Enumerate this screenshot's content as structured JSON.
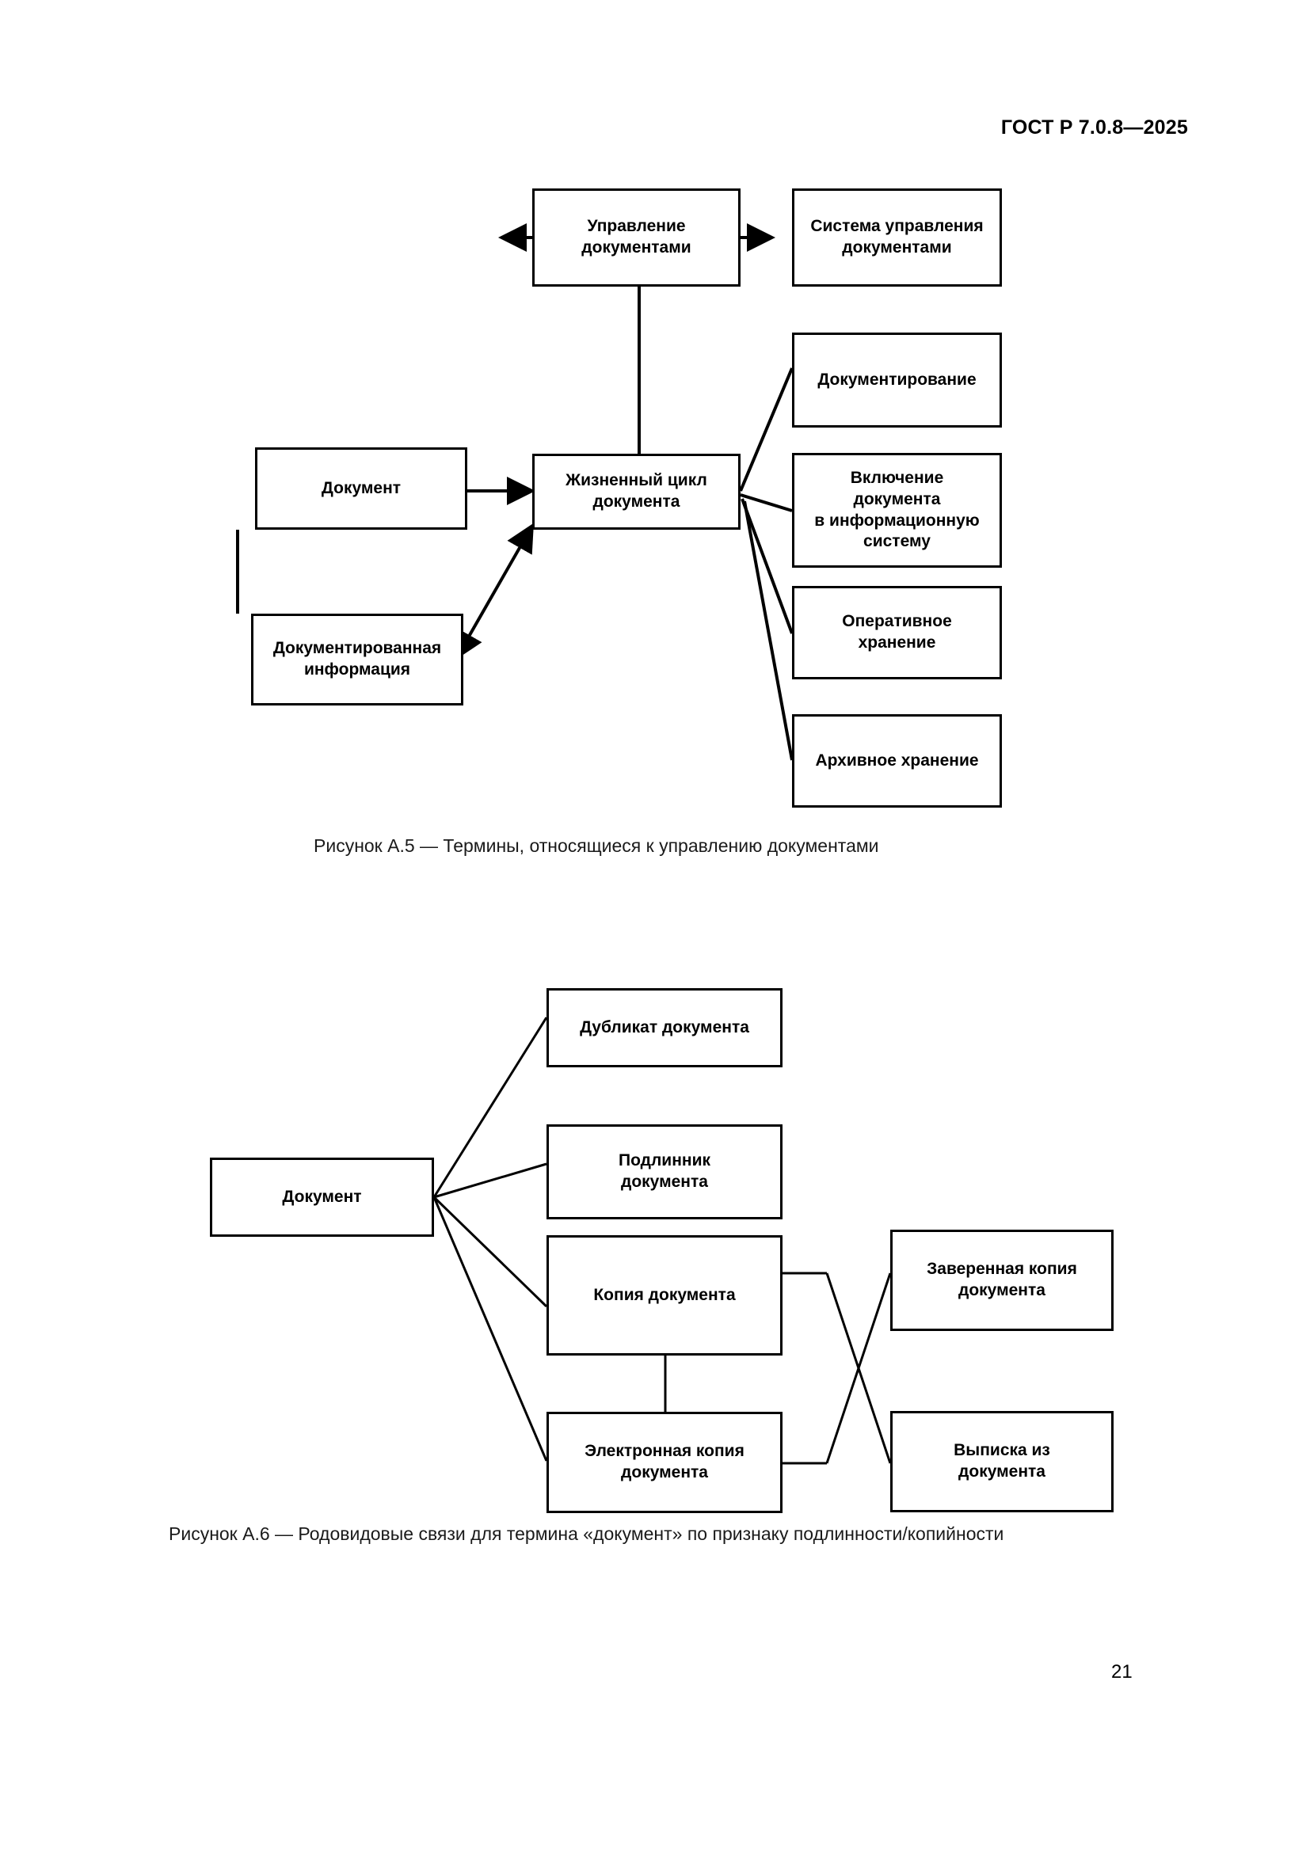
{
  "page": {
    "header": "ГОСТ Р 7.0.8—2025",
    "number": "21"
  },
  "figures": [
    {
      "id": "A.5",
      "caption": "Рисунок А.5 — Термины, относящиеся к управлению документами",
      "nodes": {
        "upravlenie": "Управление\nдокументами",
        "sistema": "Система управления\nдокументами",
        "dokument": "Документ",
        "zhiznenny_cikl": "Жизненный цикл\nдокумента",
        "dokumentirovannaya": "Документированная\nинформация",
        "dokumentirovanie": "Документирование",
        "vklyuchenie": "Включение\nдокумента\nв информационную\nсистему",
        "operativnoe": "Оперативное\nхранение",
        "arhivnoe": "Архивное хранение"
      }
    },
    {
      "id": "A.6",
      "caption": "Рисунок А.6 — Родовидовые связи для термина «документ» по признаку подлинности/копийности",
      "nodes": {
        "dokument": "Документ",
        "dublikat": "Дубликат документа",
        "podlinnik": "Подлинник\nдокумента",
        "kopiya": "Копия документа",
        "elektronnaya_kopiya": "Электронная копия\nдокумента",
        "zaverennaya_kopiya": "Заверенная копия\nдокумента",
        "vypiska": "Выписка из\nдокумента"
      }
    }
  ]
}
